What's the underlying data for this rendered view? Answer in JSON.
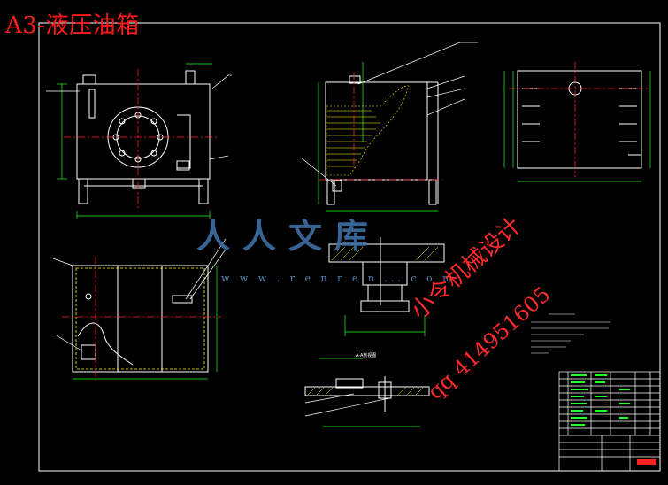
{
  "title": "A3-液压油箱",
  "watermark": {
    "designer": "小令机械设计",
    "qq": "qq 414951605",
    "brand": "人人文库",
    "url": "w w w . r e n r e n ... c o m"
  },
  "views": {
    "section_label": "A-A剖视图"
  },
  "colors": {
    "background": "#000000",
    "outline": "#ffffff",
    "centerline": "#ff2222",
    "dimension": "#22ff22",
    "hidden": "#ffff00",
    "leader": "#ffffff",
    "title_text": "#ff1a1a",
    "watermark_blue": "#3d6fa3"
  }
}
